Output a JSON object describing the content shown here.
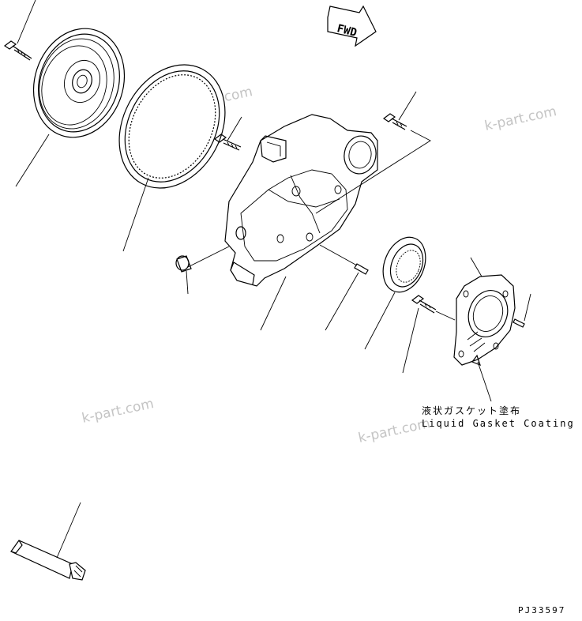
{
  "direction_label": "FWD",
  "note": {
    "japanese": "液状ガスケット塗布",
    "english": "Liquid Gasket Coating"
  },
  "drawing_code": "PJ33597",
  "watermark": "k-part.com"
}
